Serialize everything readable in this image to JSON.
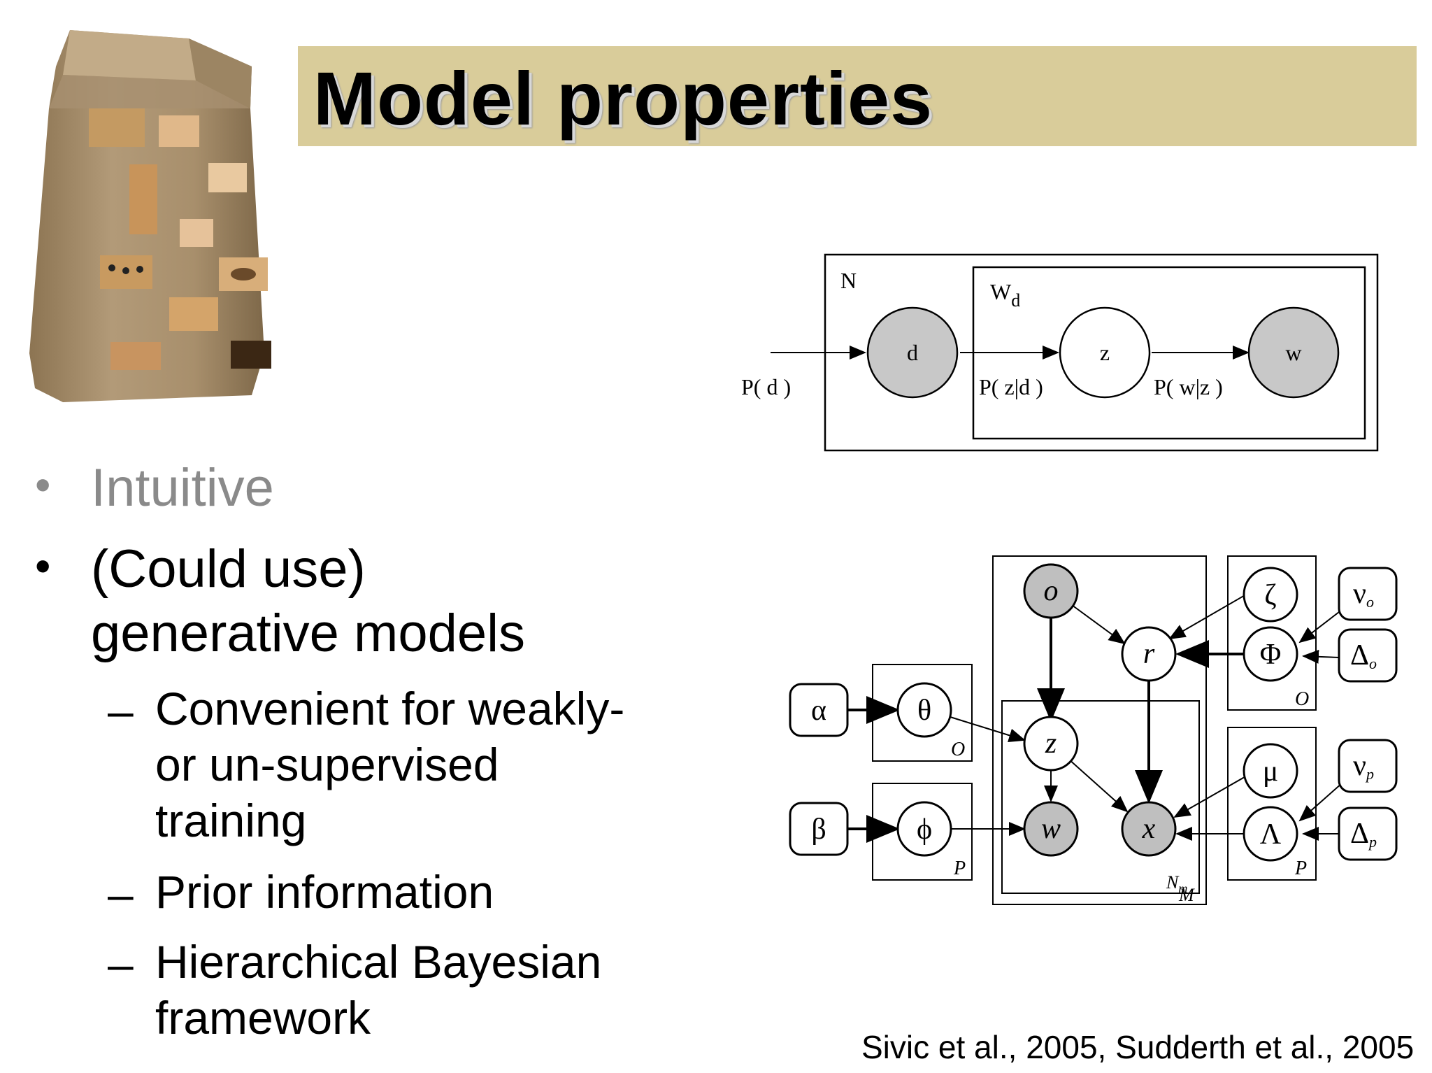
{
  "slide": {
    "title": "Model properties",
    "citation": "Sivic et al., 2005, Sudderth et al., 2005"
  },
  "bullets": [
    {
      "text": "Intuitive",
      "muted": true
    },
    {
      "lines": [
        "(Could use)",
        "generative models"
      ]
    }
  ],
  "sub_bullets": [
    {
      "lines": [
        "Convenient for weakly-",
        "or un-supervised",
        "training"
      ]
    },
    {
      "lines": [
        "Prior information"
      ]
    },
    {
      "lines": [
        "Hierarchical Bayesian",
        "framework"
      ]
    }
  ],
  "bullet_symbol": "•",
  "dash_symbol": "–",
  "diagram_top": {
    "plates": {
      "outer": "N",
      "inner": "W",
      "inner_sub": "d"
    },
    "nodes": [
      {
        "id": "d",
        "label": "d",
        "observed": true
      },
      {
        "id": "z",
        "label": "z",
        "observed": false
      },
      {
        "id": "w",
        "label": "w",
        "observed": true
      }
    ],
    "edge_labels": [
      "P( d )",
      "P( z|d )",
      "P( w|z )"
    ]
  },
  "diagram_bottom": {
    "nodes": {
      "o": "o",
      "r": "r",
      "zeta": "ζ",
      "nu_o": "ν",
      "nu_o_sub": "o",
      "phi_cap": "Φ",
      "delta_o": "Δ",
      "delta_o_sub": "o",
      "alpha": "α",
      "theta": "θ",
      "z": "z",
      "mu": "μ",
      "nu_p": "ν",
      "nu_p_sub": "p",
      "beta": "β",
      "phi": "ϕ",
      "w": "w",
      "x": "x",
      "lambda": "Λ",
      "delta_p": "Δ",
      "delta_p_sub": "p"
    },
    "plate_labels": {
      "O_theta": "O",
      "P_phi": "P",
      "Nm": "N",
      "Nm_sub": "m",
      "M": "M",
      "O_right": "O",
      "P_right": "P"
    }
  },
  "colors": {
    "title_band": "#d9cc9a",
    "observed_node": "#c8c8c8",
    "muted_text": "#8a8a8a"
  }
}
